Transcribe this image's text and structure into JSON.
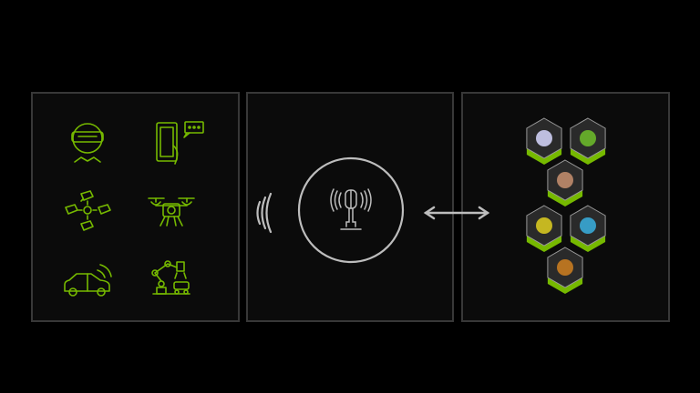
{
  "colors": {
    "background": "#000000",
    "panel": "#0b0b0b",
    "panel_border": "#383838",
    "accent_green": "#76b900",
    "icon_gray": "#bdbdbd"
  },
  "devices_panel": {
    "icons": [
      "vr-headset-icon",
      "smartphone-chat-icon",
      "security-cameras-icon",
      "drone-icon",
      "connected-car-icon",
      "robot-arm-icon"
    ]
  },
  "network_panel": {
    "icons": [
      "wireless-signal-icon",
      "cell-tower-icon",
      "bidirectional-arrow-icon"
    ]
  },
  "services_panel": {
    "tiles": [
      "chat-ui-tile",
      "audio-waveform-tile",
      "digital-avatar-tile",
      "workflow-tile",
      "tree-3d-tile",
      "forklift-3d-tile"
    ]
  }
}
